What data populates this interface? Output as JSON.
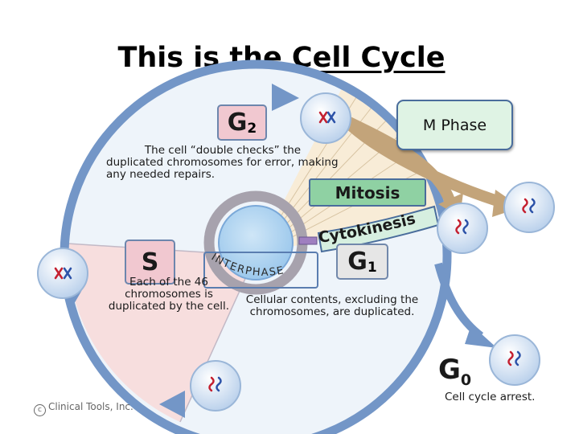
{
  "title": {
    "prefix": "This is the ",
    "emphasis": "Cell Cycle"
  },
  "callout": {
    "m_phase": "M Phase"
  },
  "phases": {
    "g2": {
      "letter": "G",
      "sub": "2",
      "description_line1": "The cell “double checks” the",
      "description_rest": "duplicated chromosomes for error, making any needed repairs."
    },
    "s": {
      "letter": "S",
      "description": "Each of the 46 chromosomes is duplicated by the cell."
    },
    "g1": {
      "letter": "G",
      "sub": "1",
      "description": "Cellular contents, excluding the chromosomes, are duplicated."
    },
    "g0": {
      "letter": "G",
      "sub": "0",
      "description": "Cell cycle arrest."
    }
  },
  "labels": {
    "mitosis": "Mitosis",
    "cytokinesis": "Cytokinesis",
    "interphase": "INTERPHASE"
  },
  "footer": {
    "copyright": "Clinical Tools, Inc."
  },
  "colors": {
    "cycle_fill": "#eef4fa",
    "cycle_ring": "#7396c7",
    "s_sector": "#f7dede",
    "m_sector": "#f8ecd7",
    "arrow_tan": "#c3a47a",
    "cell_fill": "#dde9f7",
    "chromosome_red": "#c42030",
    "chromosome_blue": "#2c52a8"
  }
}
